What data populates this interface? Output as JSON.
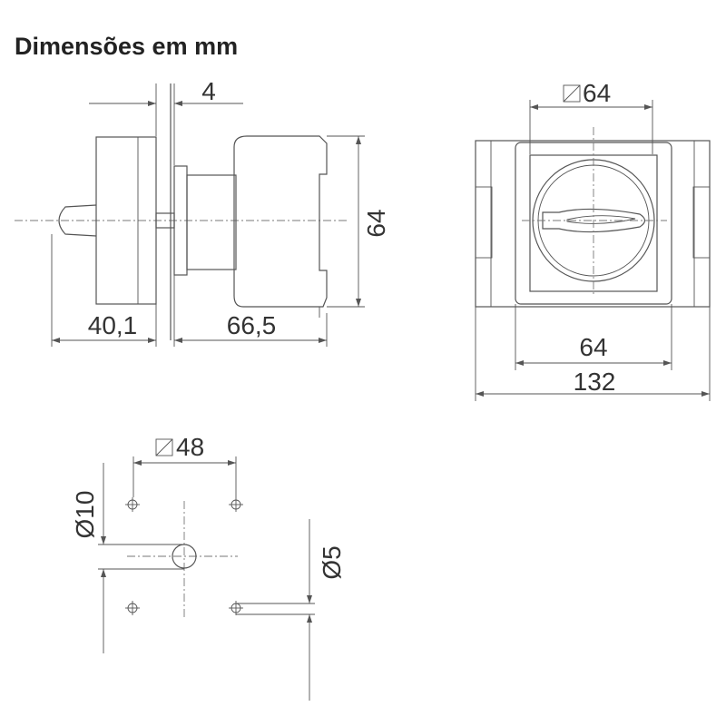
{
  "title": "Dimensões em mm",
  "side_view": {
    "dim_4": "4",
    "dim_64": "64",
    "dim_40_1": "40,1",
    "dim_66_5": "66,5"
  },
  "front_view": {
    "dim_diam_64": "64",
    "dim_64": "64",
    "dim_132": "132"
  },
  "drilling_template": {
    "dim_diam_48": "48",
    "dim_diam_10": "Ø10",
    "dim_diam_5": "Ø5"
  }
}
